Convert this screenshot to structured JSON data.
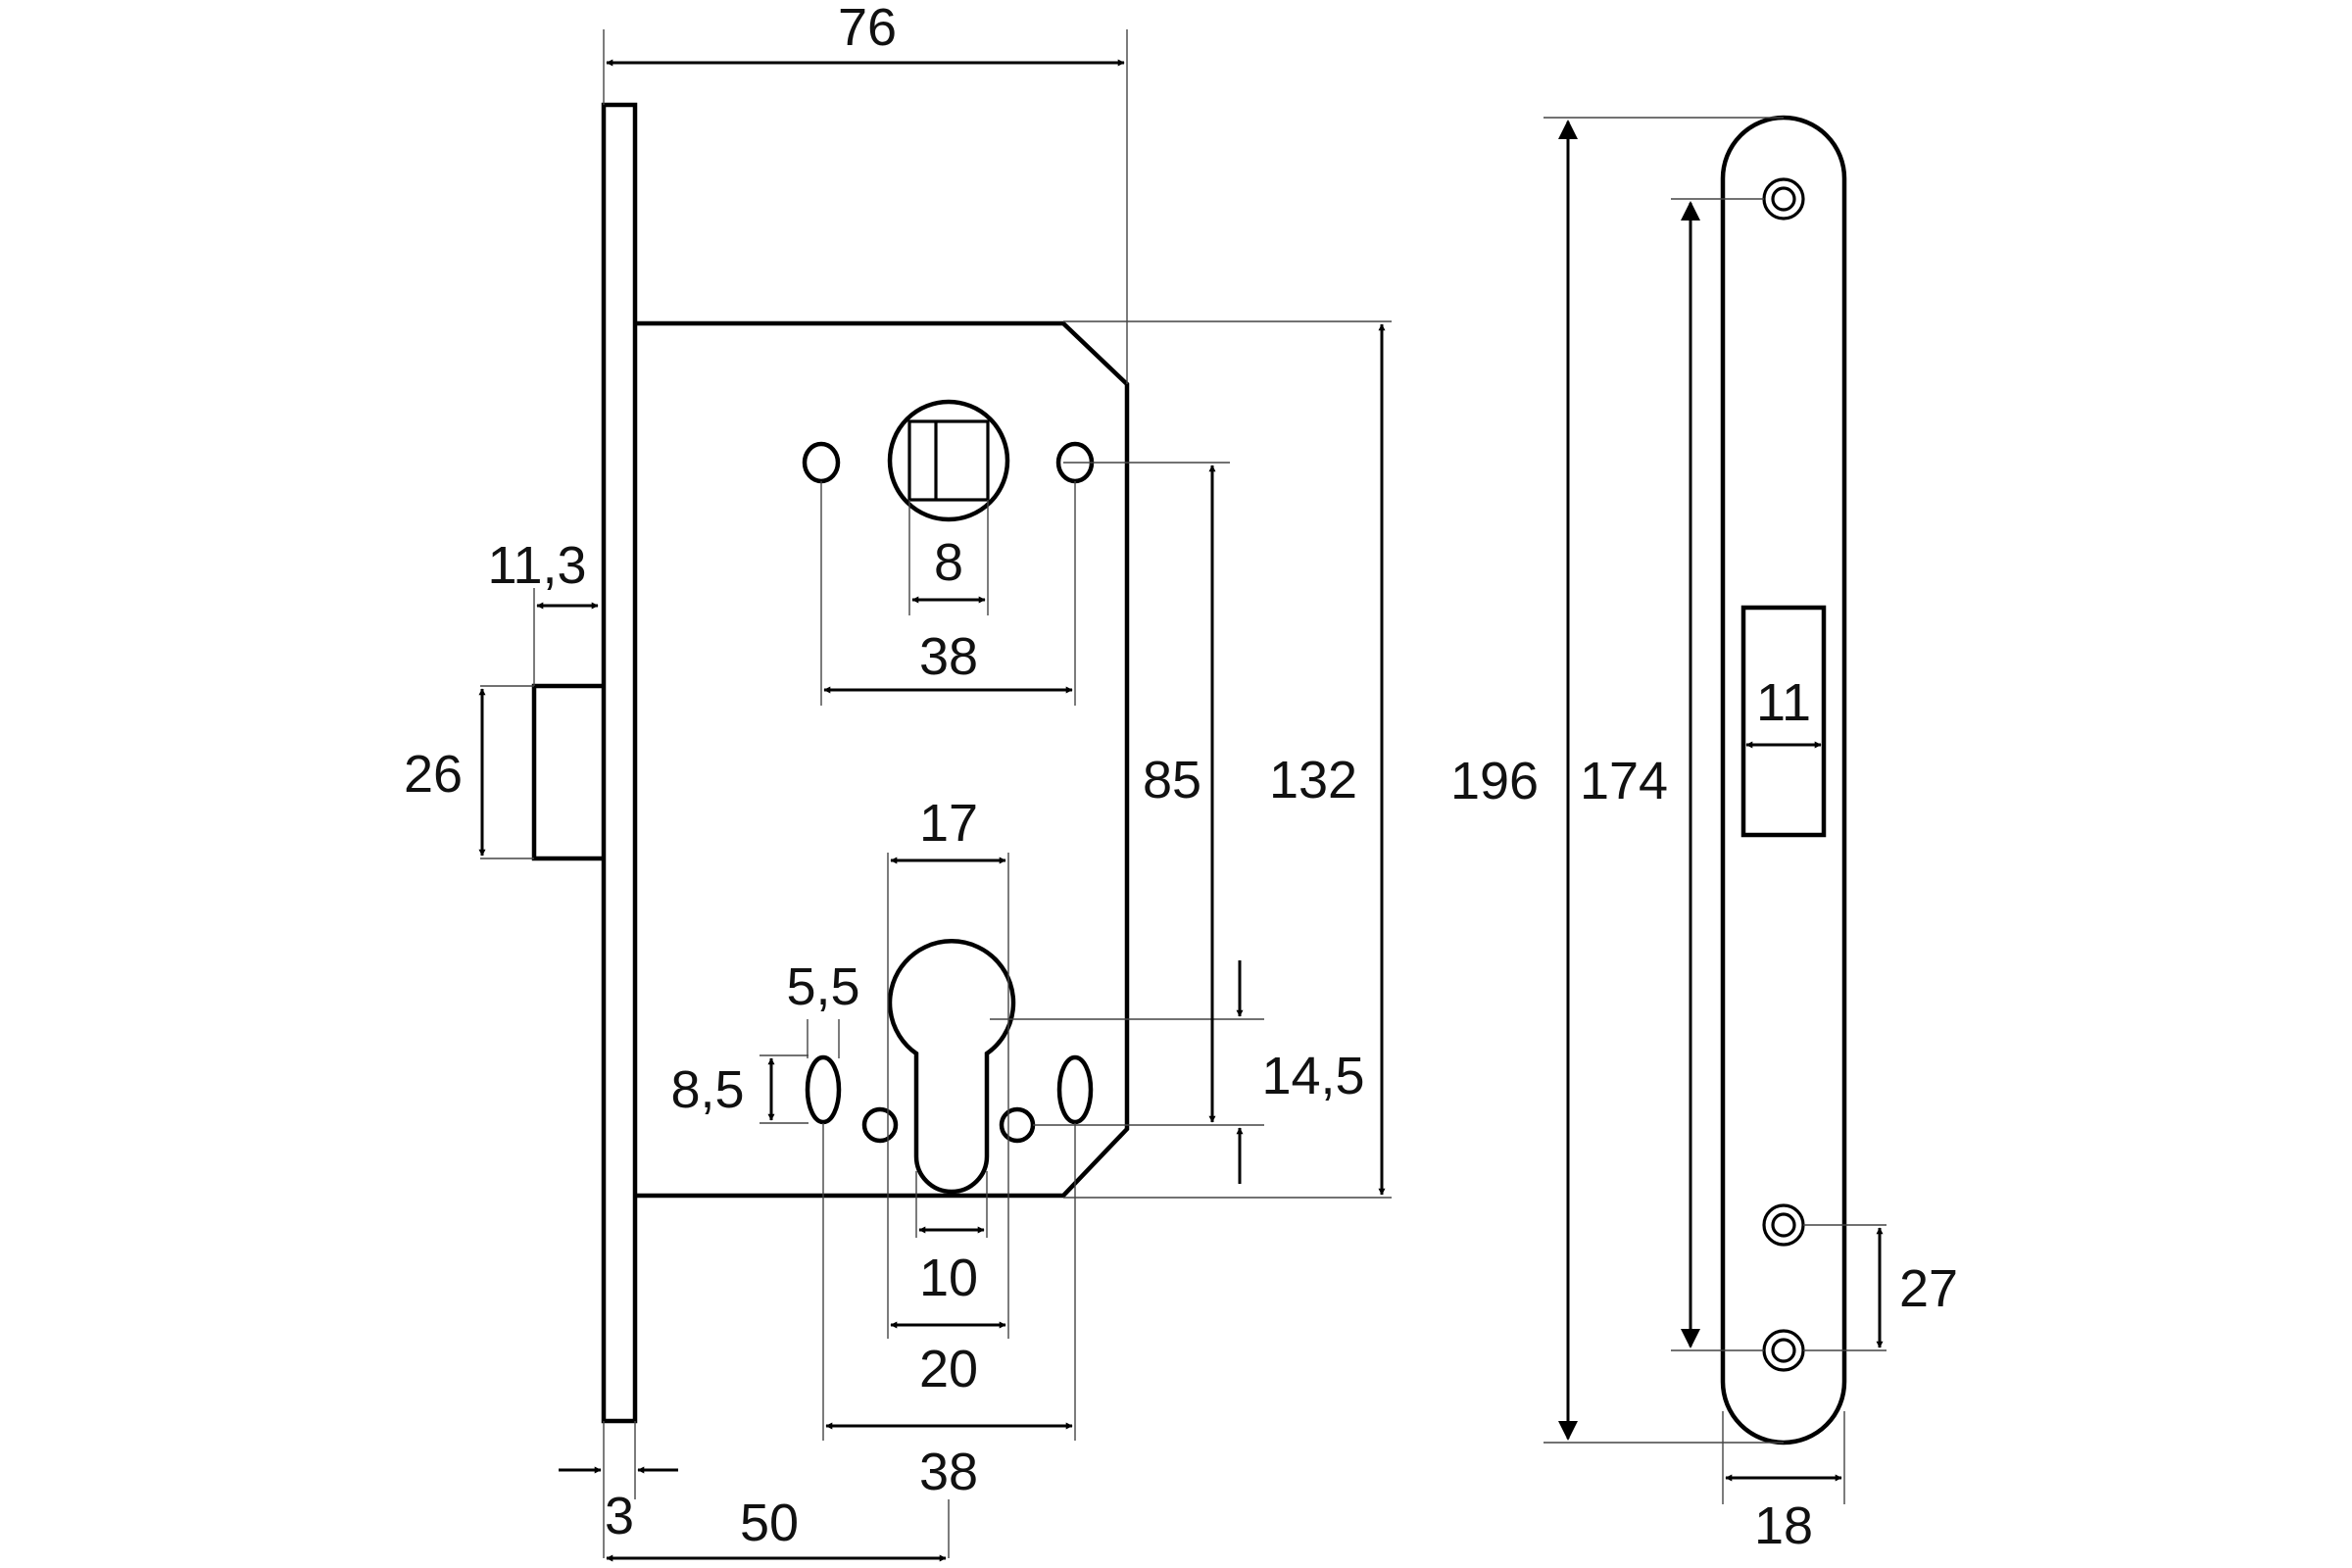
{
  "colors": {
    "background": "#ffffff",
    "line": "#000000",
    "extension": "#444444"
  },
  "dimensions": {
    "width_76": "76",
    "backset_11_3": "11,3",
    "latch_26": "26",
    "spindle_8": "8",
    "handle_holes_38": "38",
    "distance_85": "85",
    "body_132": "132",
    "cylinder_17": "17",
    "hole_5_5": "5,5",
    "hole_8_5": "8,5",
    "cyl_offset_14_5": "14,5",
    "slot_10": "10",
    "cyl_20": "20",
    "bottom_holes_38": "38",
    "faceplate_3": "3",
    "backset_50": "50",
    "faceplate_196": "196",
    "screws_174": "174",
    "slot_11": "11",
    "screws_27": "27",
    "faceplate_18": "18"
  }
}
